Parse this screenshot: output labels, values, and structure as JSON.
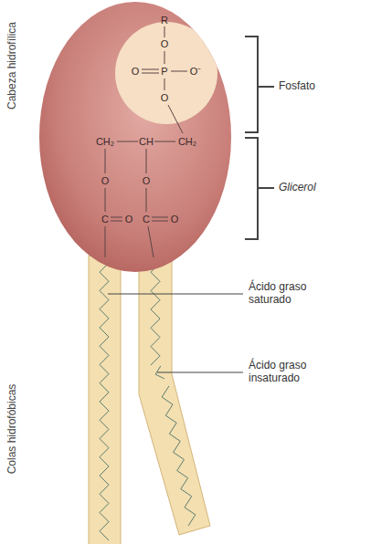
{
  "diagram": {
    "labels": [
      "Cabeza hidrofílica",
      "R",
      "O",
      "O",
      "P",
      "O⁻",
      "O",
      "Fosfato",
      "CH₂",
      "CH",
      "CH₂",
      "Glicerol",
      "O",
      "O",
      "C",
      "O",
      "C",
      "O",
      "Ácido graso saturado",
      "Ácido graso insaturado",
      "Colas hidrofóbicas"
    ]
  }
}
